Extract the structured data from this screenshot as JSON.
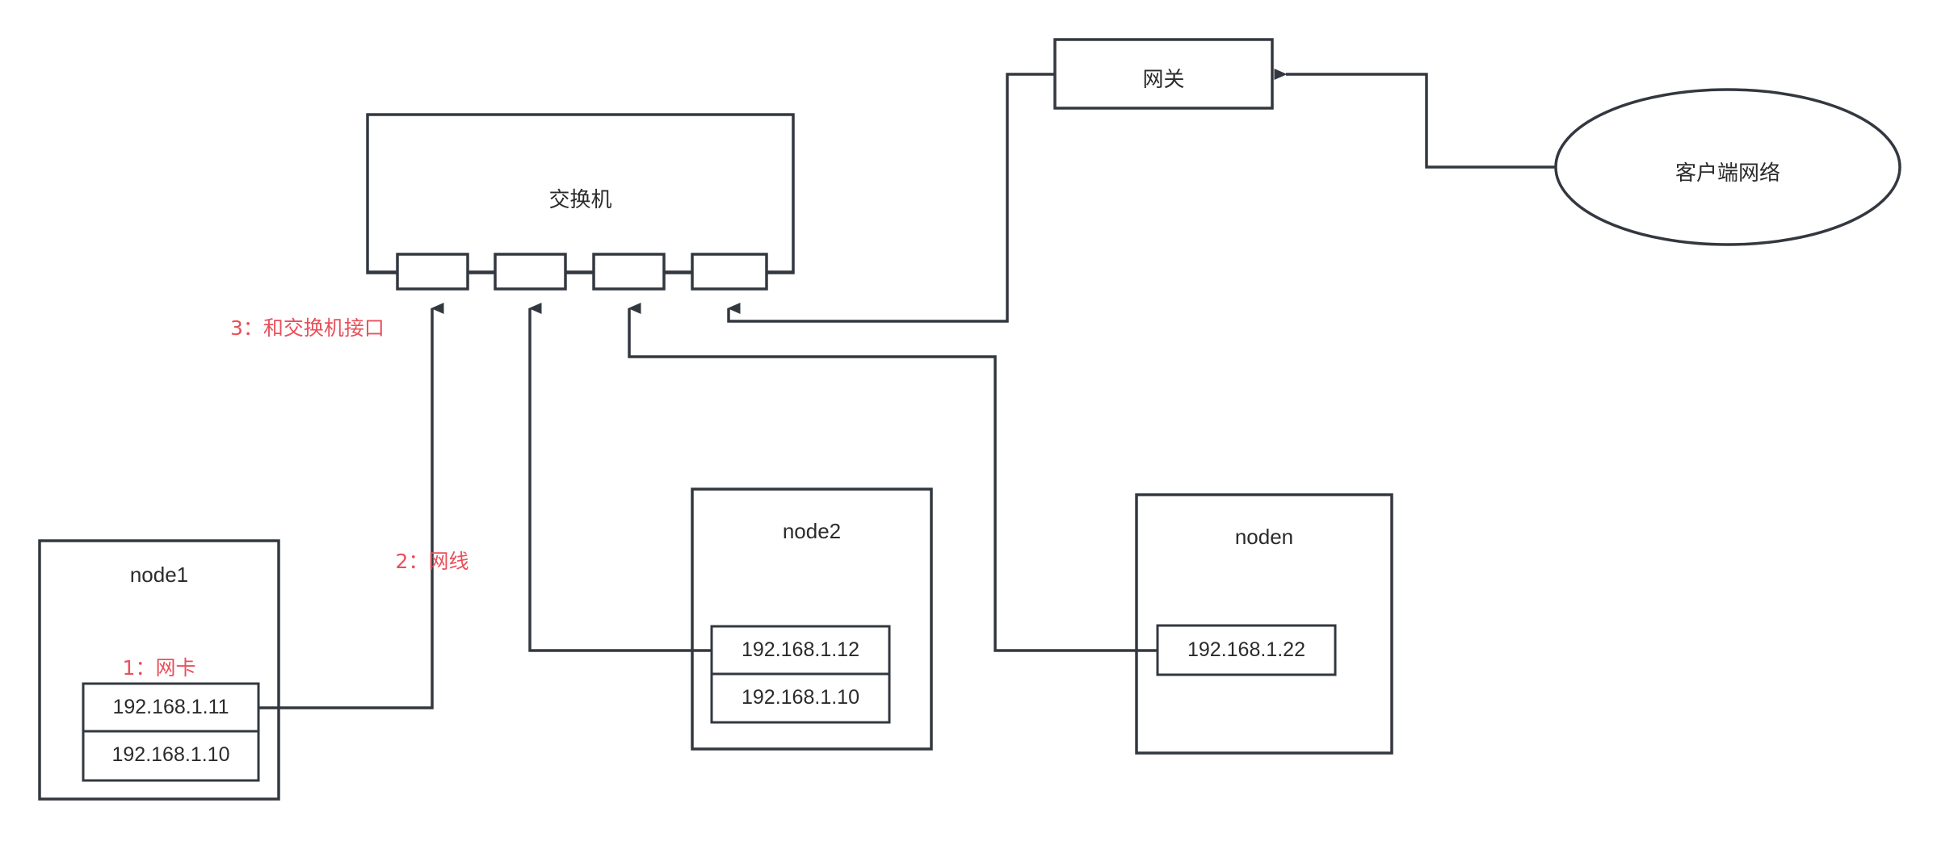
{
  "diagram": {
    "title": "network-topology",
    "colors": {
      "stroke": "#333840",
      "text": "#2b2b2b",
      "annotation": "#e8505b",
      "background": "#ffffff"
    },
    "switch": {
      "label": "交换机",
      "ports": [
        {
          "name": "port-1"
        },
        {
          "name": "port-2"
        },
        {
          "name": "port-3"
        },
        {
          "name": "port-4"
        }
      ]
    },
    "gateway": {
      "label": "网关"
    },
    "client_network": {
      "label": "客户端网络"
    },
    "nodes": [
      {
        "id": "node1",
        "label": "node1",
        "ips": [
          "192.168.1.11",
          "192.168.1.10"
        ]
      },
      {
        "id": "node2",
        "label": "node2",
        "ips": [
          "192.168.1.12",
          "192.168.1.10"
        ]
      },
      {
        "id": "noden",
        "label": "noden",
        "ips": [
          "192.168.1.22"
        ]
      }
    ],
    "annotations": [
      {
        "id": "ann-1",
        "text": "1：网卡"
      },
      {
        "id": "ann-2",
        "text": "2：网线"
      },
      {
        "id": "ann-3",
        "text": "3：和交换机接口"
      }
    ]
  },
  "chart_data": {
    "type": "diagram",
    "title": "网络拓扑图",
    "nodes": [
      {
        "id": "switch",
        "label": "交换机",
        "shape": "rect",
        "ports": 4
      },
      {
        "id": "gateway",
        "label": "网关",
        "shape": "rect"
      },
      {
        "id": "client_network",
        "label": "客户端网络",
        "shape": "ellipse"
      },
      {
        "id": "node1",
        "label": "node1",
        "shape": "rect",
        "ips": [
          "192.168.1.11",
          "192.168.1.10"
        ]
      },
      {
        "id": "node2",
        "label": "node2",
        "shape": "rect",
        "ips": [
          "192.168.1.12",
          "192.168.1.10"
        ]
      },
      {
        "id": "noden",
        "label": "noden",
        "shape": "rect",
        "ips": [
          "192.168.1.22"
        ]
      }
    ],
    "edges": [
      {
        "from": "node1",
        "to": "switch.port-1",
        "arrow": true
      },
      {
        "from": "node2",
        "to": "switch.port-2",
        "arrow": true
      },
      {
        "from": "noden",
        "to": "switch.port-3",
        "arrow": true
      },
      {
        "from": "gateway",
        "to": "switch.port-4",
        "arrow": true
      },
      {
        "from": "client_network",
        "to": "gateway",
        "arrow": true
      }
    ],
    "annotations": [
      "1：网卡",
      "2：网线",
      "3：和交换机接口"
    ]
  }
}
